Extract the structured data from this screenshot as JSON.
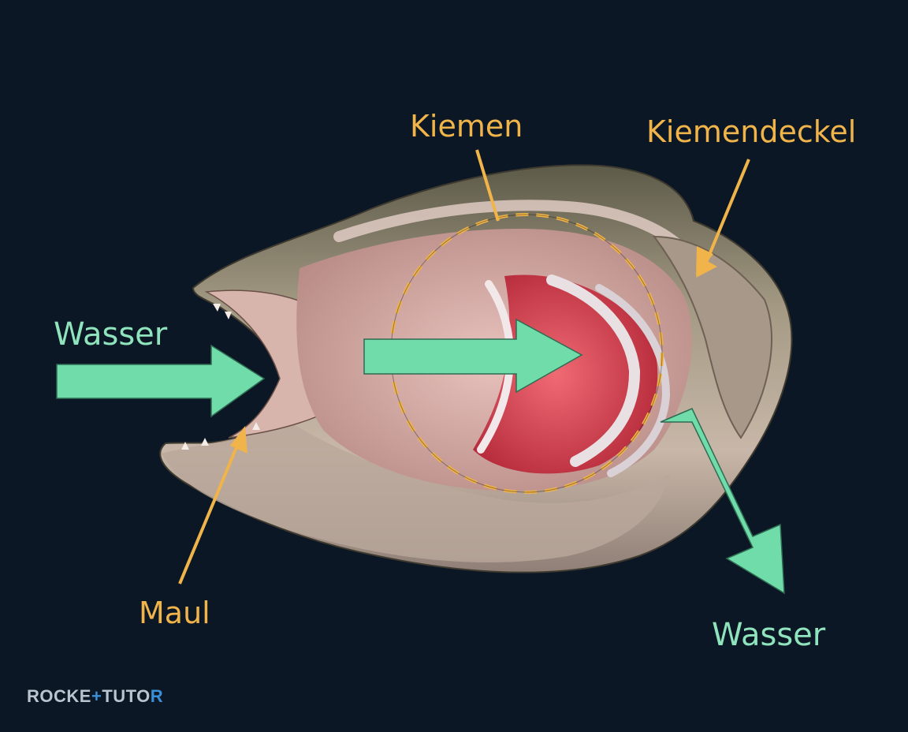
{
  "labels": {
    "gills": "Kiemen",
    "gill_cover": "Kiemendeckel",
    "water_in": "Wasser",
    "mouth": "Maul",
    "water_out": "Wasser"
  },
  "watermark": {
    "left": "ROCKE",
    "plus": "+",
    "right": "TUTO",
    "end": "R"
  },
  "colors": {
    "background": "#0b1724",
    "label": "#f0b44a",
    "water_label": "#8fe3bd",
    "arrow_fill": "#6fdcaa",
    "gill_red": "#d9414f"
  },
  "icons": {
    "water_arrows": "arrow-right-icon",
    "pointer_arrows": "pointer-arrow-icon",
    "gill_ring": "dashed-circle-icon"
  }
}
